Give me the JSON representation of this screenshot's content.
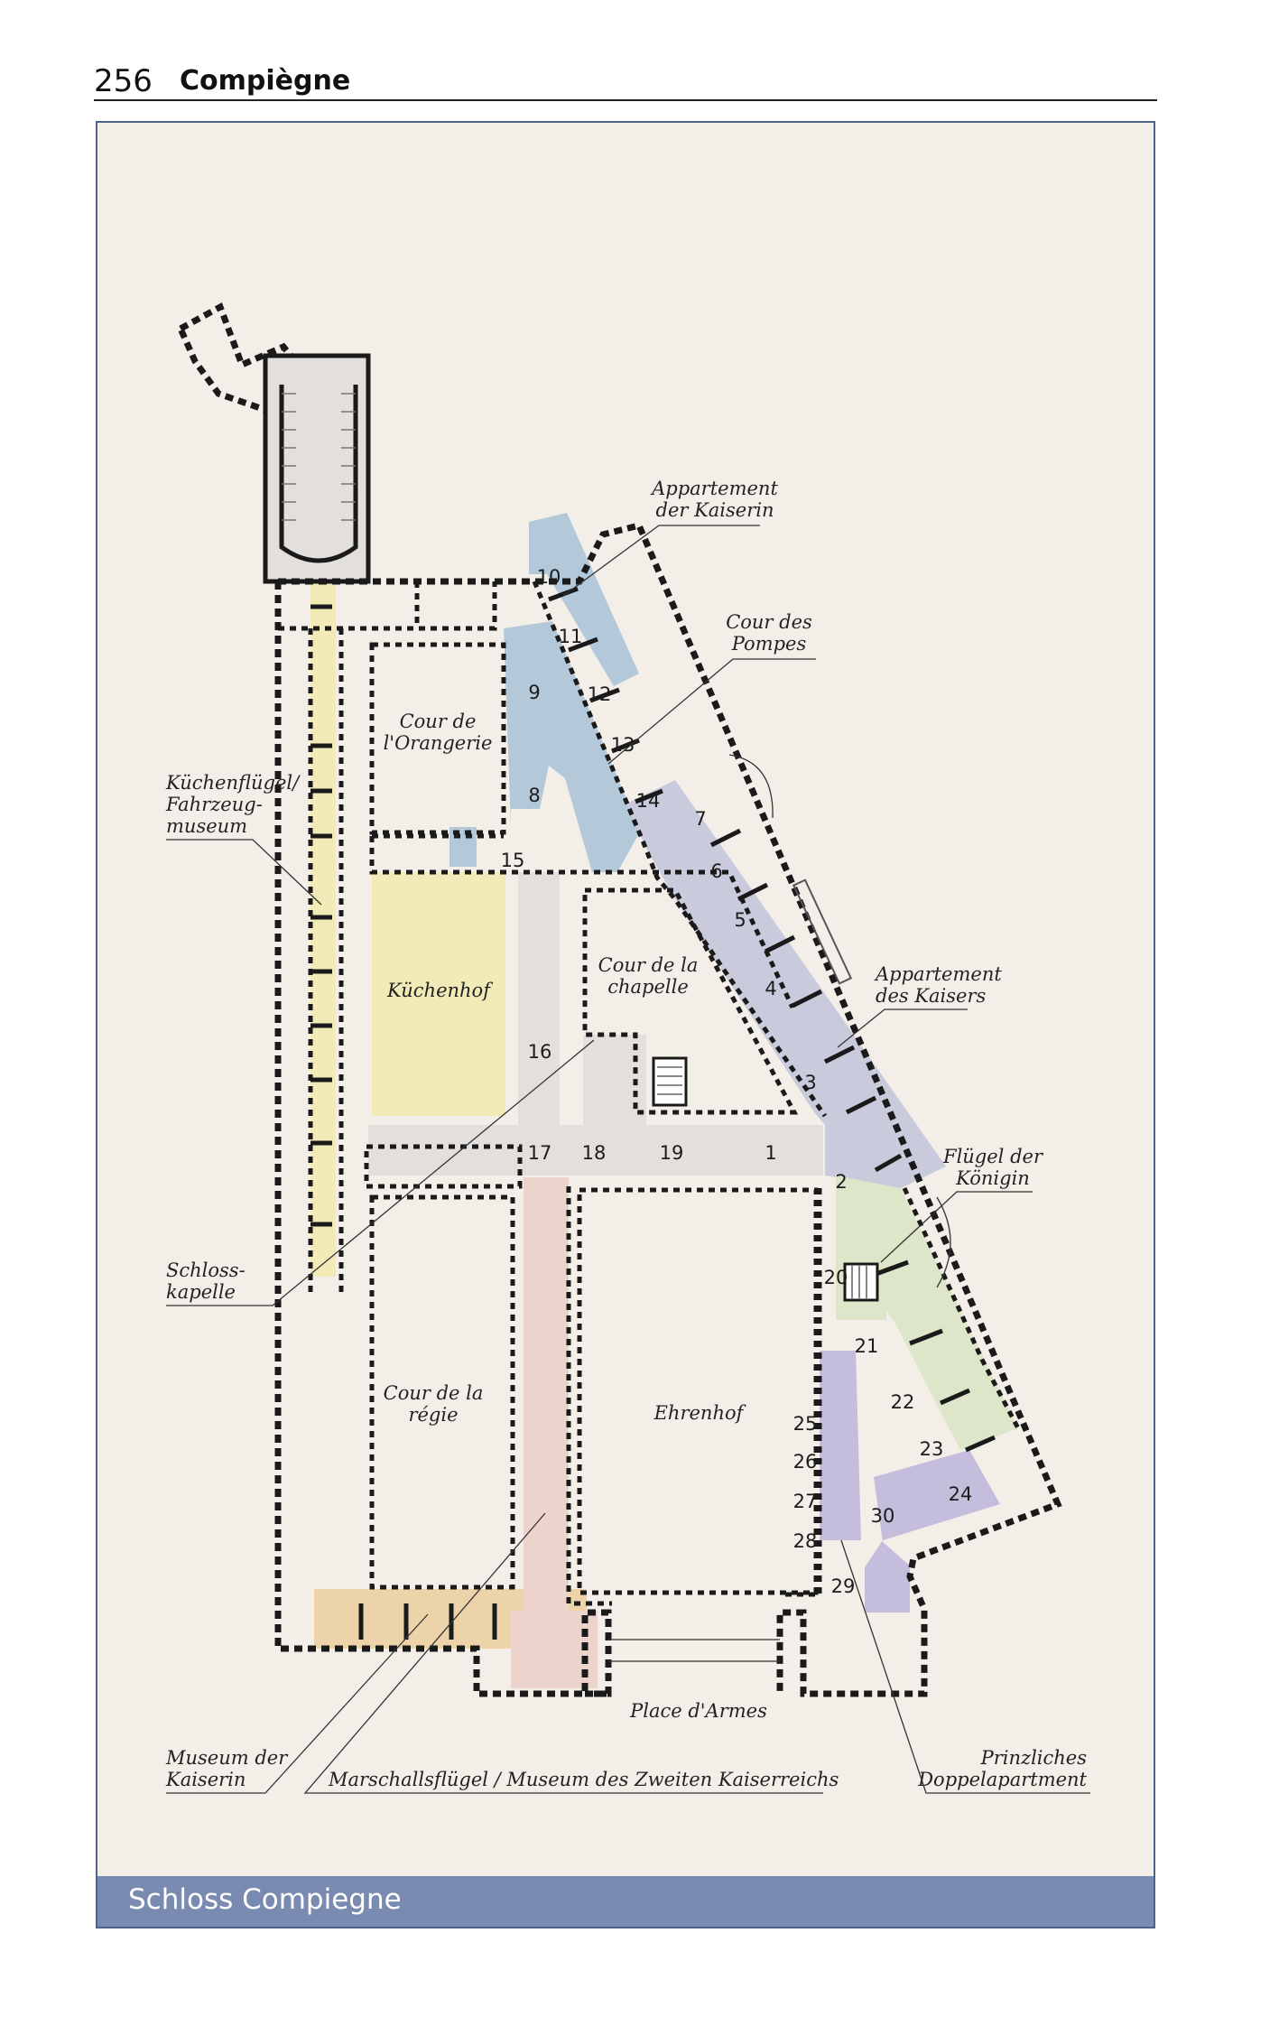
{
  "header": {
    "page_number": "256",
    "title": "Compiègne"
  },
  "footer": {
    "title": "Schloss Compiegne"
  },
  "colors": {
    "background": "#f4eee8",
    "kaiserin": "#b3c8d8",
    "kaiser": "#c9cbdc",
    "koenigin": "#dde6c8",
    "prinzlich": "#c5bddc",
    "kuechenfluegel": "#f2ebb8",
    "museum_kaiserin": "#ecd3a9",
    "marschall": "#ecd4cc",
    "courtyard_grey": "#e2dfdc",
    "footer": "#7a8bb2",
    "frame": "#4f6288"
  },
  "room_numbers": [
    "1",
    "2",
    "3",
    "4",
    "5",
    "6",
    "7",
    "8",
    "9",
    "10",
    "11",
    "12",
    "13",
    "14",
    "15",
    "16",
    "17",
    "18",
    "19",
    "20",
    "21",
    "22",
    "23",
    "24",
    "25",
    "26",
    "27",
    "28",
    "29",
    "30"
  ],
  "courtyards": {
    "orangerie": [
      "Cour de",
      "l'Orangerie"
    ],
    "kuechenhof": "Küchenhof",
    "chapelle": [
      "Cour de la",
      "chapelle"
    ],
    "regie": [
      "Cour de la",
      "régie"
    ],
    "ehrenhof": "Ehrenhof",
    "place": "Place d'Armes"
  },
  "callouts": {
    "appartement_kaiserin": [
      "Appartement",
      "der Kaiserin"
    ],
    "cour_pompes": [
      "Cour des",
      "Pompes"
    ],
    "kuechenfluegel": [
      "Küchenflügel/",
      "Fahrzeug-",
      "museum"
    ],
    "appartement_kaisers": [
      "Appartement",
      "des Kaisers"
    ],
    "fluegel_koenigin": [
      "Flügel der",
      "Königin"
    ],
    "schlosskapelle": [
      "Schloss-",
      "kapelle"
    ],
    "museum_kaiserin": [
      "Museum der",
      "Kaiserin"
    ],
    "marschallsfluegel": "Marschallsflügel / Museum des Zweiten Kaiserreichs",
    "prinzliches": [
      "Prinzliches",
      "Doppelapartment"
    ]
  }
}
